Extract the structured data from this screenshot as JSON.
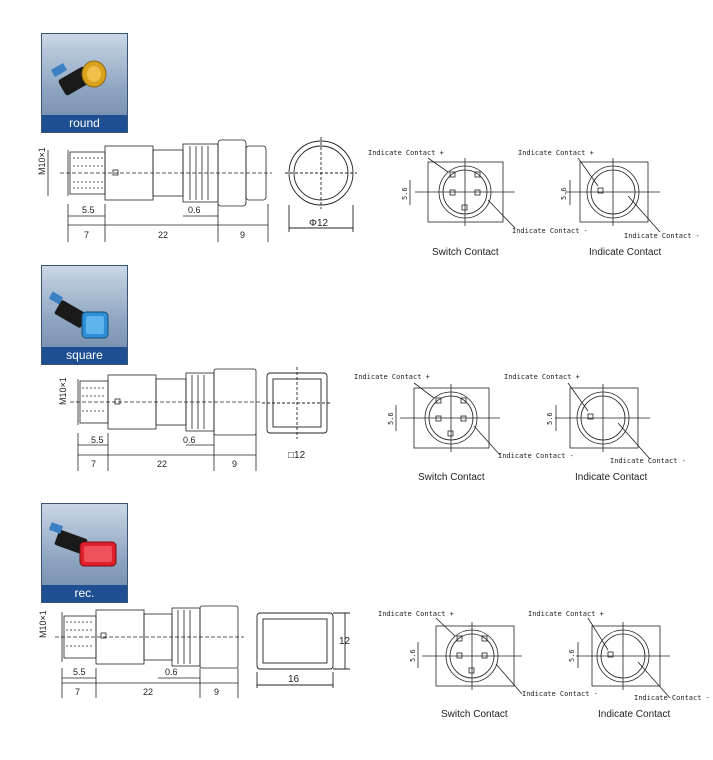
{
  "sections": [
    {
      "variant_label": "round",
      "cap_color": "#d9a21e",
      "thread": "M10×1",
      "dims": {
        "a": "5.5",
        "b": "0.6",
        "d1": "7",
        "d2": "22",
        "d3": "9"
      },
      "front_label": "Φ12",
      "contact_labels": {
        "indicate_plus": "Indicate Contact +",
        "indicate_minus": "Indicate Contact -",
        "small_dim": "5.6"
      },
      "switch_contact_caption": "Switch Contact",
      "indicate_contact_caption": "Indicate Contact"
    },
    {
      "variant_label": "square",
      "cap_color": "#2f8fd6",
      "thread": "M10×1",
      "dims": {
        "a": "5.5",
        "b": "0.6",
        "d1": "7",
        "d2": "22",
        "d3": "9"
      },
      "front_label": "□12",
      "contact_labels": {
        "indicate_plus": "Indicate Contact +",
        "indicate_minus": "Indicate Contact -",
        "small_dim": "5.6"
      },
      "switch_contact_caption": "Switch Contact",
      "indicate_contact_caption": "Indicate Contact"
    },
    {
      "variant_label": "rec.",
      "cap_color": "#e01f2a",
      "thread": "M10×1",
      "dims": {
        "a": "5.5",
        "b": "0.6",
        "d1": "7",
        "d2": "22",
        "d3": "9"
      },
      "front_label_w": "16",
      "front_label_h": "12",
      "contact_labels": {
        "indicate_plus": "Indicate Contact +",
        "indicate_minus": "Indicate Contact -",
        "small_dim": "5.6"
      },
      "switch_contact_caption": "Switch Contact",
      "indicate_contact_caption": "Indicate Contact"
    }
  ]
}
